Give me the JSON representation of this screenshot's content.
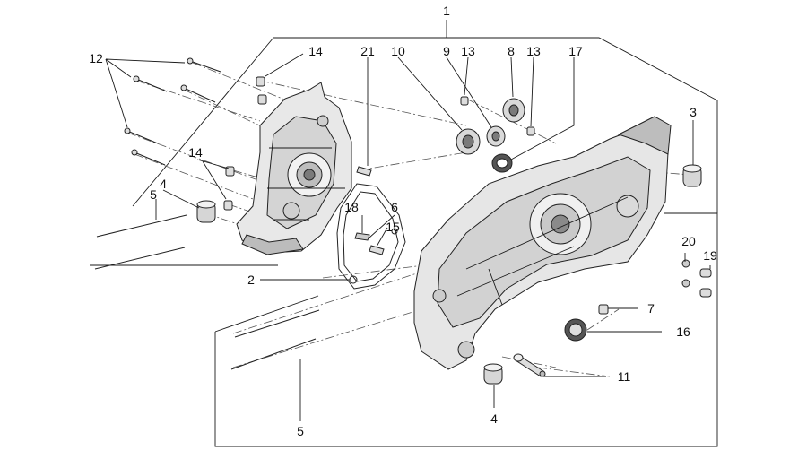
{
  "diagram": {
    "callouts": {
      "c1": "1",
      "c2": "2",
      "c3": "3",
      "c4a": "4",
      "c4b": "4",
      "c5a": "5",
      "c5b": "5",
      "c6": "6",
      "c7": "7",
      "c8": "8",
      "c9": "9",
      "c10": "10",
      "c11": "11",
      "c12": "12",
      "c13a": "13",
      "c13b": "13",
      "c14a": "14",
      "c14b": "14",
      "c15": "15",
      "c16": "16",
      "c17": "17",
      "c18": "18",
      "c19": "19",
      "c20": "20",
      "c21": "21"
    },
    "colors": {
      "line": "#1a1a1a",
      "part_fill": "#e6e6e6",
      "part_dark": "#8a8a8a",
      "background": "#ffffff"
    }
  }
}
